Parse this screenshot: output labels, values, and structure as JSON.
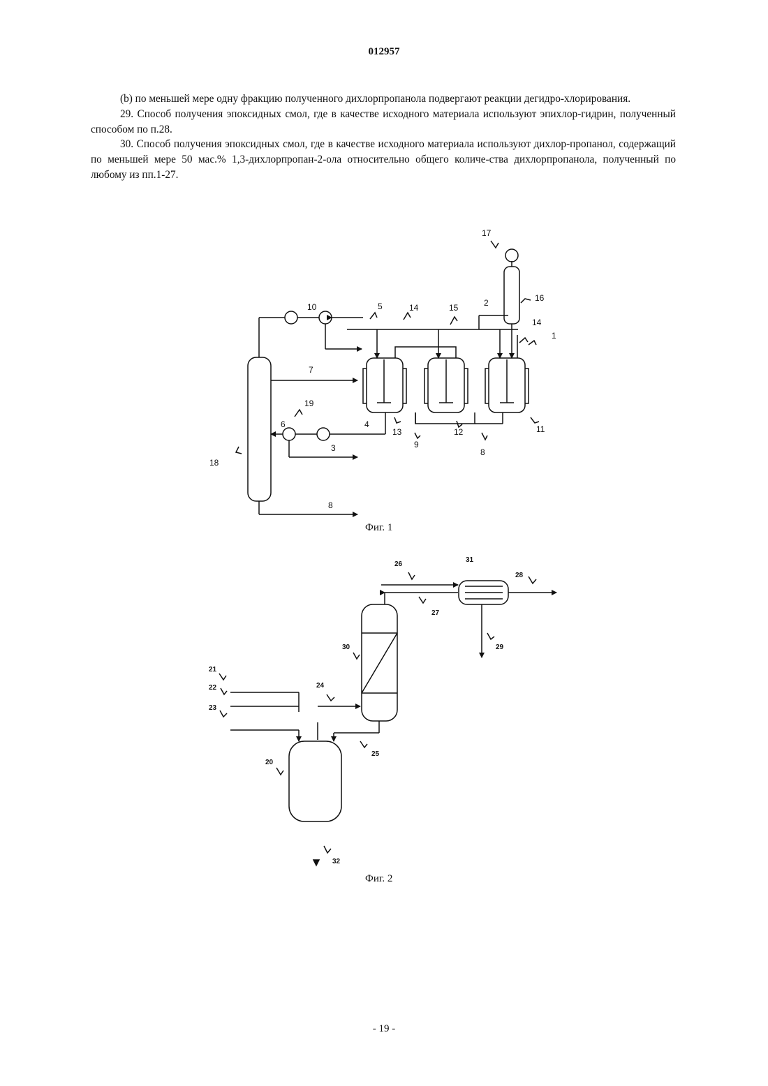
{
  "header": {
    "document_number": "012957"
  },
  "paragraphs": [
    "(b) по меньшей мере одну фракцию полученного дихлорпропанола подвергают реакции дегидро-хлорирования.",
    "29. Способ получения эпоксидных смол, где в качестве исходного материала используют эпихлор-гидрин, полученный способом по п.28.",
    "30. Способ получения эпоксидных смол, где в качестве исходного материала используют дихлор-пропанол, содержащий по меньшей мере 50 мас.% 1,3-дихлорпропан-2-ола относительно общего количе-ства дихлорпропанола, полученный по любому из пп.1-27."
  ],
  "figure1": {
    "caption": "Фиг. 1",
    "labels": {
      "l17": "17",
      "l16": "16",
      "l10": "10",
      "l5": "5",
      "l14a": "14",
      "l15": "15",
      "l2": "2",
      "l14b": "14",
      "l1": "1",
      "l7": "7",
      "l19": "19",
      "l6": "6",
      "l4": "4",
      "l13": "13",
      "l9": "9",
      "l12": "12",
      "l8a": "8",
      "l11": "11",
      "l3": "3",
      "l18": "18",
      "l8b": "8"
    }
  },
  "figure2": {
    "caption": "Фиг. 2",
    "labels": {
      "l26": "26",
      "l31": "31",
      "l28": "28",
      "l27": "27",
      "l29": "29",
      "l30": "30",
      "l21": "21",
      "l22": "22",
      "l23": "23",
      "l24": "24",
      "l25": "25",
      "l20": "20",
      "l32": "32"
    }
  },
  "footer": {
    "page_number": "- 19 -"
  }
}
